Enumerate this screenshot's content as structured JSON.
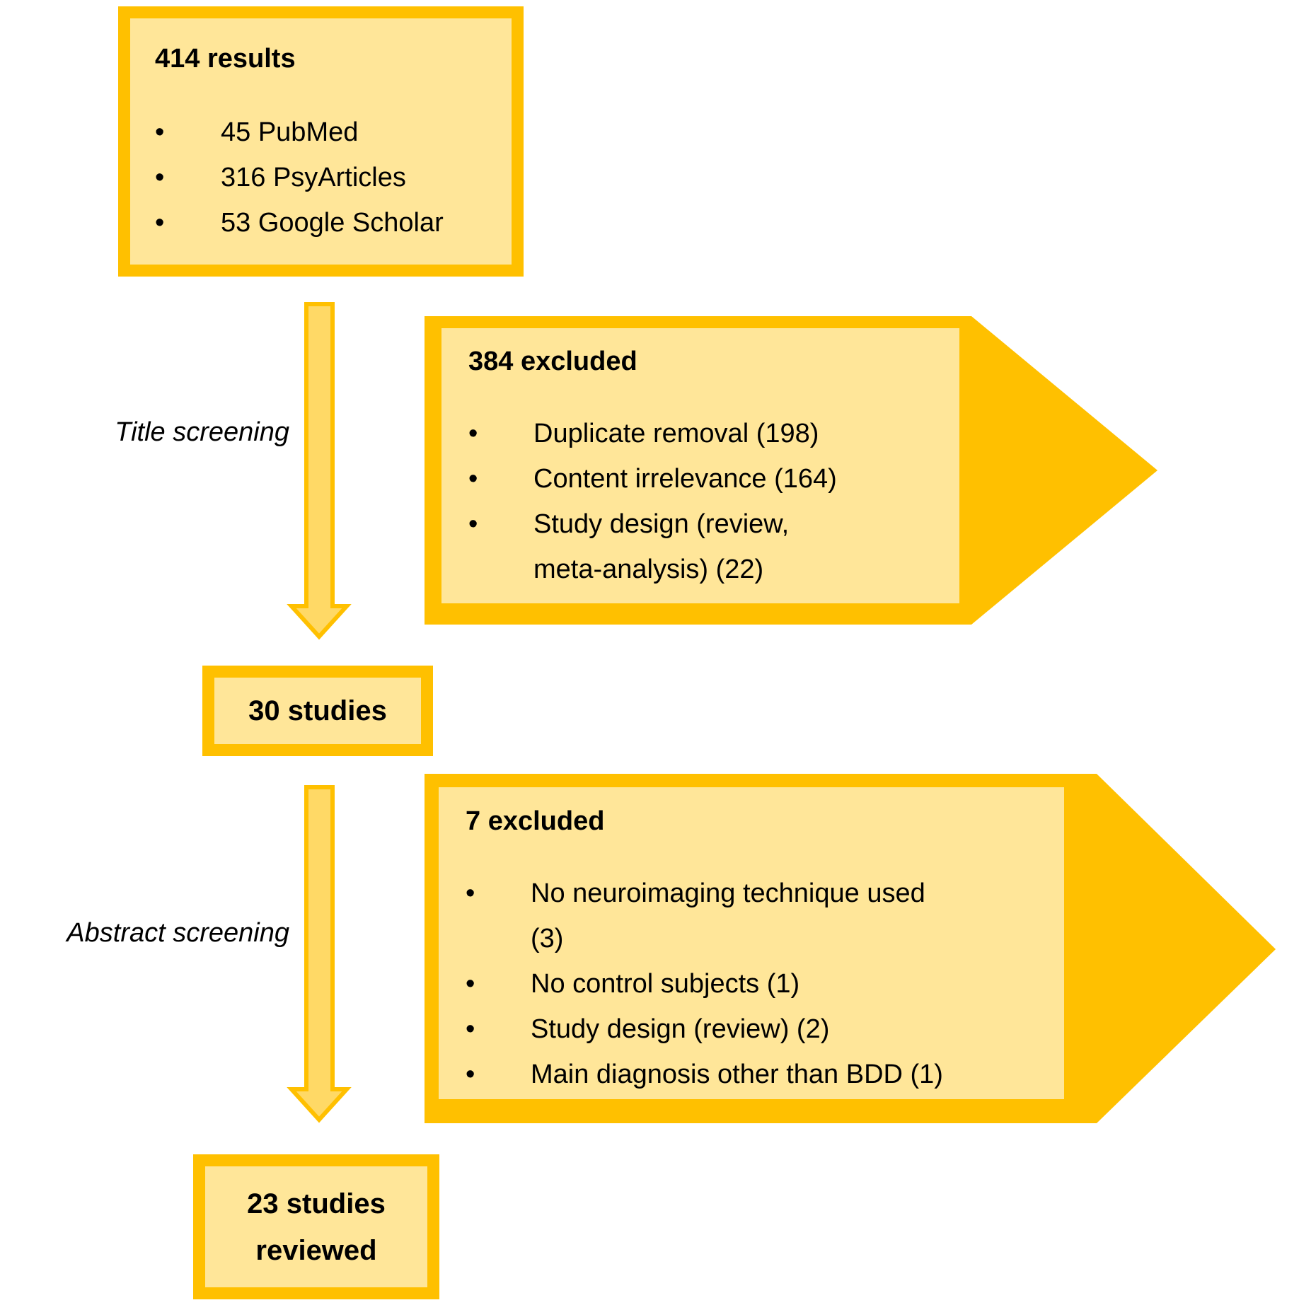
{
  "colors": {
    "border": "#FFC000",
    "fill": "#FFE699",
    "arrow_fill": "#FFD966"
  },
  "search": {
    "title": "414 results",
    "sources": [
      "45 PubMed",
      "316 PsyArticles",
      "53 Google Scholar"
    ]
  },
  "step1": {
    "label": "Title screening",
    "excluded_title": "384 excluded",
    "reasons": [
      "Duplicate removal (198)",
      "Content irrelevance (164)",
      "Study design (review, meta-analysis) (22)"
    ],
    "result": "30 studies"
  },
  "step2": {
    "label": "Abstract screening",
    "excluded_title": "7 excluded",
    "reasons": [
      "No neuroimaging technique used (3)",
      "No control subjects (1)",
      "Study design (review) (2)",
      "Main diagnosis other than BDD (1)"
    ],
    "result_line1": "23 studies",
    "result_line2": "reviewed"
  },
  "bullet_glyph": "•"
}
